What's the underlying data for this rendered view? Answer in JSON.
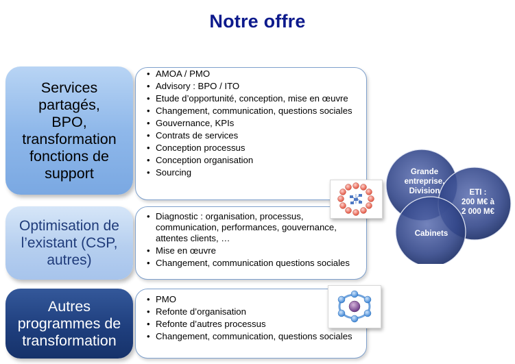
{
  "title": "Notre offre",
  "categories": [
    {
      "label": "Services\npartagés,\nBPO,\ntransformation\nfonctions de\nsupport",
      "items": [
        "AMOA / PMO",
        "Advisory : BPO / ITO",
        "Etude d’opportunité, conception,  mise en œuvre",
        "Changement, communication, questions sociales",
        "Gouvernance, KPIs",
        "Contrats de services",
        "Conception processus",
        "Conception organisation",
        "Sourcing"
      ]
    },
    {
      "label": "Optimisation de\nl’existant (CSP,\nautres)",
      "items": [
        "Diagnostic : organisation, processus, communication, performances, gouvernance, attentes clients, …",
        "Mise en œuvre",
        "Changement, communication questions sociales"
      ]
    },
    {
      "label": "Autres\nprogrammes de\ntransformation",
      "items": [
        "PMO",
        "Refonte d’organisation",
        "Refonte d’autres processus",
        "Changement, communication, questions sociales"
      ]
    }
  ],
  "venn": {
    "grande": "Grande\nentreprise,\nDivision",
    "eti": "ETI :\n200 M€ à\n2 000 M€",
    "cabinets": "Cabinets"
  },
  "colors": {
    "title": "#0d1a8c",
    "venn_circle": "#33478a",
    "panel_border": "#7ea0cc"
  }
}
